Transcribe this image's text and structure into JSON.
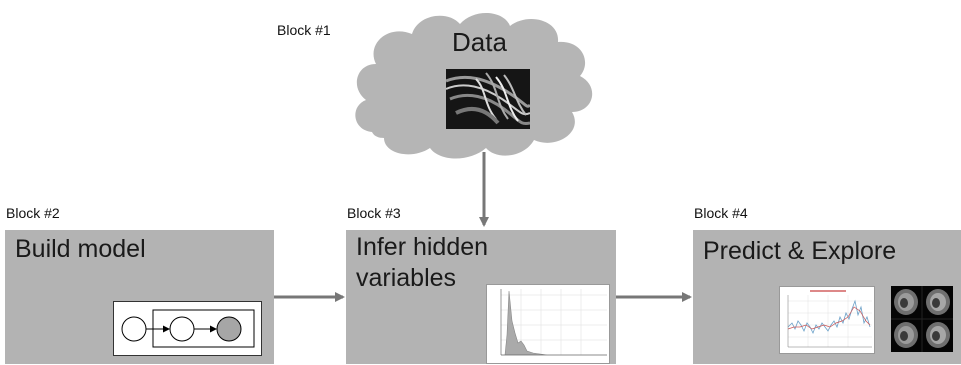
{
  "blocks": {
    "b1": {
      "label": "Block #1",
      "title": "Data"
    },
    "b2": {
      "label": "Block #2",
      "title": "Build model"
    },
    "b3": {
      "label": "Block #3",
      "title": "Infer hidden variables"
    },
    "b4": {
      "label": "Block #4",
      "title": "Predict & Explore"
    }
  },
  "colors": {
    "box_fill": "#b3b3b3",
    "cloud_fill": "#b5b5b5",
    "arrow": "#777777",
    "observed_node": "#a6a6a6"
  },
  "icons": {
    "data_image": "fiber-tract-photo",
    "model_graph": "graphical-model-three-nodes",
    "inference_plot": "density-plot-thumbnail",
    "prediction_plot": "time-series-plot-thumbnail",
    "brain_scans": "mri-brain-scans-thumbnail"
  }
}
